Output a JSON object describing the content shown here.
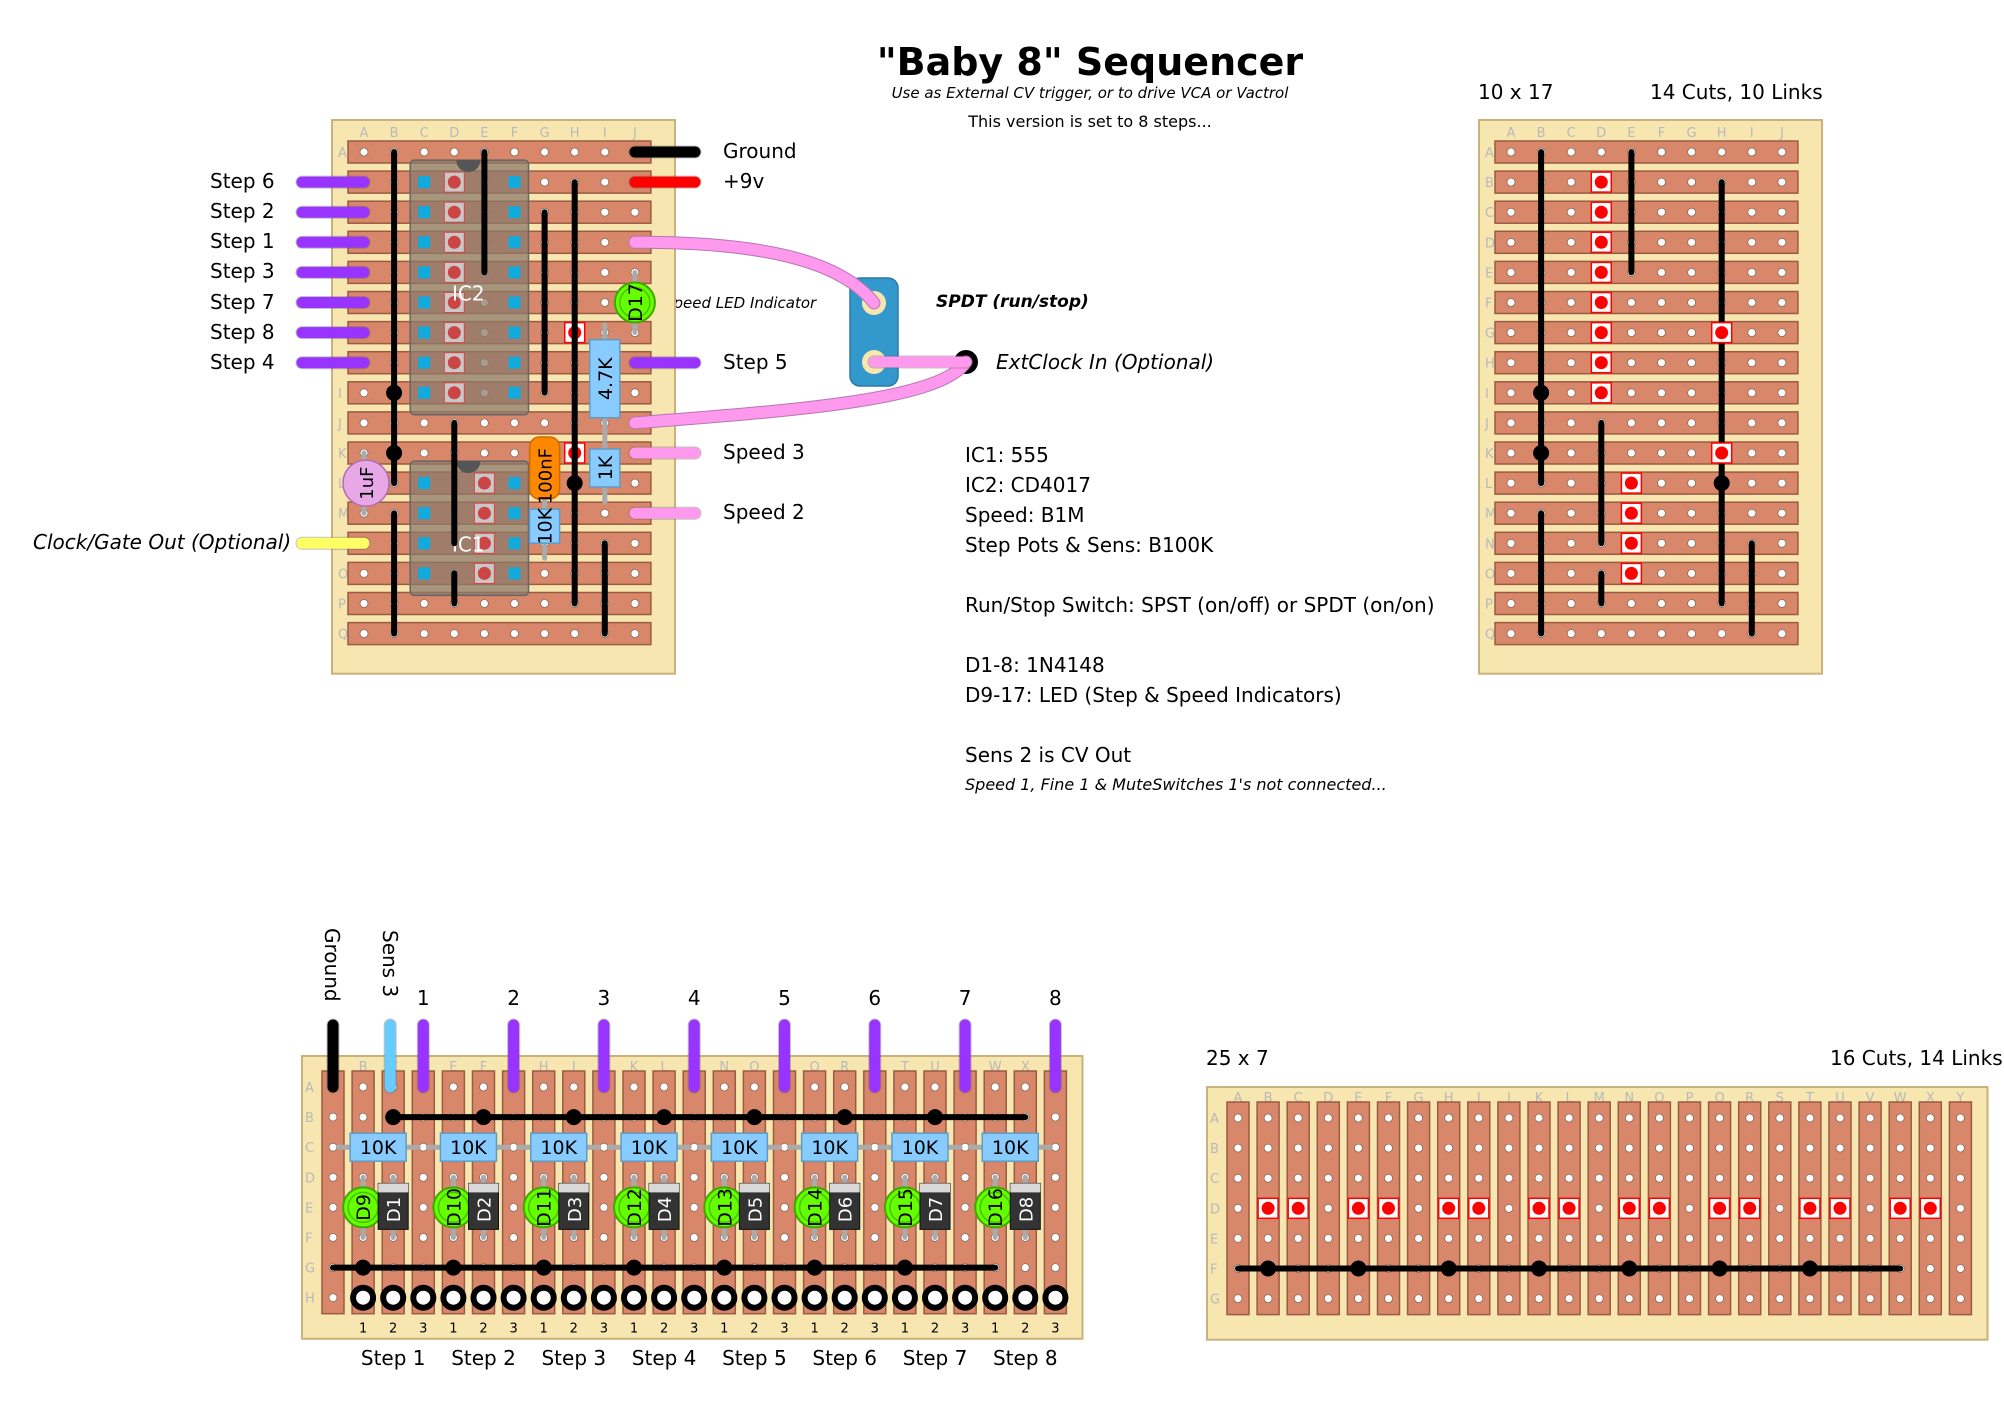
{
  "header": {
    "title": "\"Baby 8\" Sequencer",
    "subtitle": "Use as External CV trigger, or to drive VCA or Vactrol",
    "note": "This version is set to 8 steps..."
  },
  "colors": {
    "board": "#f7e6b0",
    "strip": "#d9876a",
    "strip_border": "#9a5b43",
    "hole": "#ffffff",
    "cut": "#ff0000",
    "link": "#000000",
    "wire_step": "#9933ff",
    "wire_speed": "#ff99ee",
    "wire_ground": "#000000",
    "wire_power": "#ff0000",
    "wire_clock": "#ffff66",
    "wire_sens": "#66ccff",
    "led": "#66ff00",
    "resistor": "#88ccff",
    "capacitor_film": "#ff8800",
    "capacitor_elec": "#e8a8e8",
    "switch": "#3399cc"
  },
  "main_board": {
    "columns": [
      "A",
      "B",
      "C",
      "D",
      "E",
      "F",
      "G",
      "H",
      "I",
      "J"
    ],
    "rows": [
      "A",
      "B",
      "C",
      "D",
      "E",
      "F",
      "G",
      "H",
      "I",
      "J",
      "K",
      "L",
      "M",
      "N",
      "O",
      "P",
      "Q"
    ],
    "left_wires": [
      {
        "label": "Step 6",
        "row": "B"
      },
      {
        "label": "Step 2",
        "row": "C"
      },
      {
        "label": "Step 1",
        "row": "D"
      },
      {
        "label": "Step 3",
        "row": "E"
      },
      {
        "label": "Step 7",
        "row": "F"
      },
      {
        "label": "Step 8",
        "row": "G"
      },
      {
        "label": "Step 4",
        "row": "H"
      }
    ],
    "clock_out_label": "Clock/Gate Out (Optional)",
    "right_wires": [
      {
        "label": "Ground",
        "row": "A",
        "kind": "ground"
      },
      {
        "label": "+9v",
        "row": "B",
        "kind": "power"
      },
      {
        "label": "Step 5",
        "row": "H",
        "kind": "step"
      },
      {
        "label": "Speed 3",
        "row": "K",
        "kind": "speed"
      },
      {
        "label": "Speed 2",
        "row": "M",
        "kind": "speed"
      }
    ],
    "components": {
      "ic2": "IC2",
      "ic1": "IC1",
      "d17": "D17",
      "r47k": "4.7K",
      "r1k": "1K",
      "r10k": "10K",
      "c100n": "100nF",
      "c1u": "1uF"
    },
    "speed_led_label": "Speed LED Indicator",
    "switch_label": "SPDT (run/stop)",
    "ext_clock_label": "ExtClock In (Optional)"
  },
  "cut_board": {
    "size_label": "10 x 17",
    "summary_label": "14 Cuts, 10 Links",
    "columns": [
      "A",
      "B",
      "C",
      "D",
      "E",
      "F",
      "G",
      "H",
      "I",
      "J"
    ],
    "rows": [
      "A",
      "B",
      "C",
      "D",
      "E",
      "F",
      "G",
      "H",
      "I",
      "J",
      "K",
      "L",
      "M",
      "N",
      "O",
      "P",
      "Q"
    ]
  },
  "specs": [
    "IC1: 555",
    "IC2: CD4017",
    "Speed: B1M",
    "Step Pots & Sens: B100K",
    "",
    "Run/Stop Switch: SPST (on/off) or SPDT (on/on)",
    "",
    "D1-8: 1N4148",
    "D9-17: LED (Step & Speed Indicators)",
    "",
    "Sens 2 is CV Out"
  ],
  "specs_note": "Speed 1, Fine 1 & MuteSwitches 1's not connected...",
  "pot_board": {
    "columns": [
      "A",
      "B",
      "C",
      "D",
      "E",
      "F",
      "G",
      "H",
      "I",
      "J",
      "K",
      "L",
      "M",
      "N",
      "O",
      "P",
      "Q",
      "R",
      "S",
      "T",
      "U",
      "V",
      "W",
      "X",
      "Y"
    ],
    "rows": [
      "A",
      "B",
      "C",
      "D",
      "E",
      "F",
      "G",
      "H"
    ],
    "top_labels": {
      "ground": "Ground",
      "sens": "Sens 3"
    },
    "step_numbers": [
      "1",
      "2",
      "3",
      "4",
      "5",
      "6",
      "7",
      "8"
    ],
    "resistor_label": "10K",
    "leds": [
      "D9",
      "D10",
      "D11",
      "D12",
      "D13",
      "D14",
      "D15",
      "D16"
    ],
    "diodes": [
      "D1",
      "D2",
      "D3",
      "D4",
      "D5",
      "D6",
      "D7",
      "D8"
    ],
    "pin_numbers": [
      "1",
      "2",
      "3"
    ],
    "step_labels": [
      "Step 1",
      "Step 2",
      "Step 3",
      "Step 4",
      "Step 5",
      "Step 6",
      "Step 7",
      "Step 8"
    ]
  },
  "pot_cut_board": {
    "size_label": "25 x 7",
    "summary_label": "16 Cuts, 14 Links",
    "columns": [
      "A",
      "B",
      "C",
      "D",
      "E",
      "F",
      "G",
      "H",
      "I",
      "J",
      "K",
      "L",
      "M",
      "N",
      "O",
      "P",
      "Q",
      "R",
      "S",
      "T",
      "U",
      "V",
      "W",
      "X",
      "Y"
    ],
    "rows": [
      "A",
      "B",
      "C",
      "D",
      "E",
      "F",
      "G"
    ]
  }
}
